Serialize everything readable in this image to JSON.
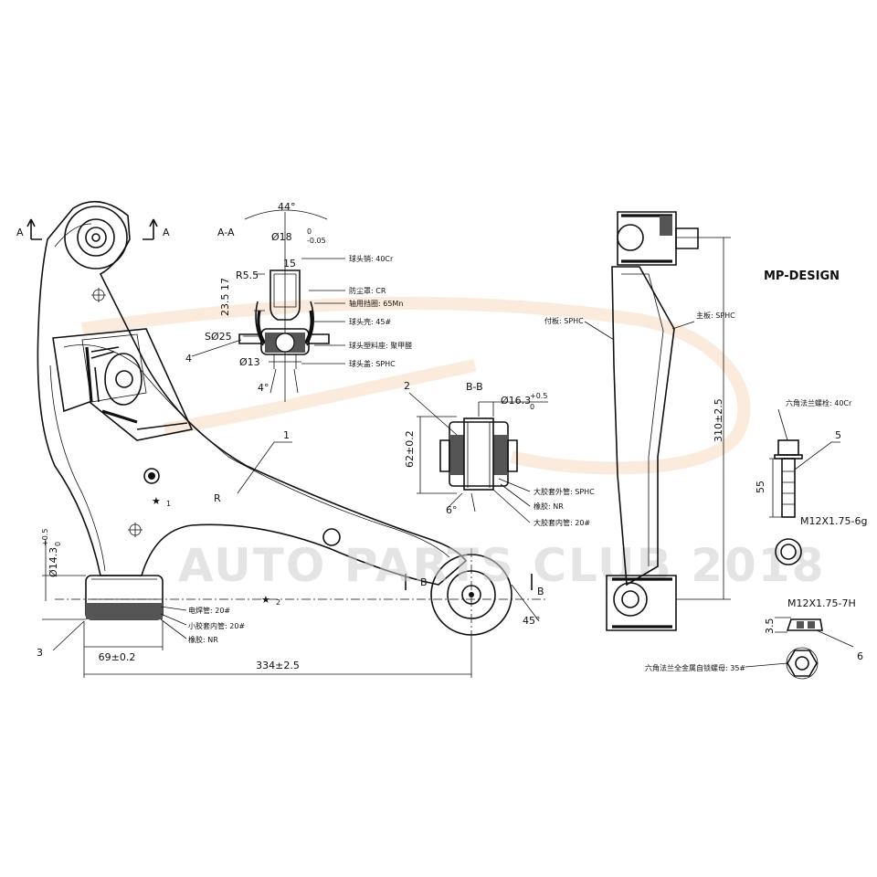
{
  "brand": "MP-DESIGN",
  "watermark": "AUTO PARTS CLUB 2018",
  "section_labels": {
    "a_a": "A-A",
    "b_b": "B-B",
    "a_left": "A",
    "a_right": "A",
    "b_left": "B",
    "b_right": "B"
  },
  "part_numbers": [
    "1",
    "2",
    "3",
    "4",
    "5",
    "6"
  ],
  "markers": {
    "r": "R",
    "star1": "1",
    "star2": "2"
  },
  "ball_joint_dims": {
    "angle_top": "44°",
    "dia18": "Ø18",
    "dia18_tol_upper": "0",
    "dia18_tol_lower": "-0.05",
    "d15": "15",
    "r55": "R5.5",
    "d235": "23.5",
    "d17": "17",
    "s25": "SØ25",
    "d13": "Ø13",
    "angle_bottom": "4°"
  },
  "ball_joint_notes": [
    "球头销: 40Cr",
    "防尘罩: CR",
    "轴用挡圈: 65Mn",
    "球头壳: 45#",
    "球头塑料座: 聚甲醛",
    "球头盖: SPHC"
  ],
  "bushing_dims": {
    "dia163": "Ø16.3",
    "dia163_tol_upper": "+0.5",
    "dia163_tol_lower": "0",
    "h62": "62±0.2",
    "angle": "6°"
  },
  "bushing_notes": [
    "大胶套外管: SPHC",
    "橡胶: NR",
    "大胶套内管: 20#"
  ],
  "small_bushing_dims": {
    "dia143": "Ø14.3",
    "dia143_tol_upper": "+0.5",
    "dia143_tol_lower": "0",
    "w69": "69±0.2",
    "overall": "334±2.5"
  },
  "small_bushing_notes": [
    "电焊管: 20#",
    "小胶套内管: 20#",
    "橡胶: NR"
  ],
  "side_view_notes": [
    "付板: SPHC",
    "主板: SPHC"
  ],
  "side_view_dims": {
    "height": "310±2.5"
  },
  "angle_45": "45°",
  "bolt": {
    "note": "六角法兰螺栓: 40Cr",
    "length": "55",
    "thread": "M12X1.75-6g"
  },
  "nut": {
    "thread": "M12X1.75-7H",
    "height": "3.5",
    "note": "六角法兰全金属自锁螺母: 35#"
  }
}
